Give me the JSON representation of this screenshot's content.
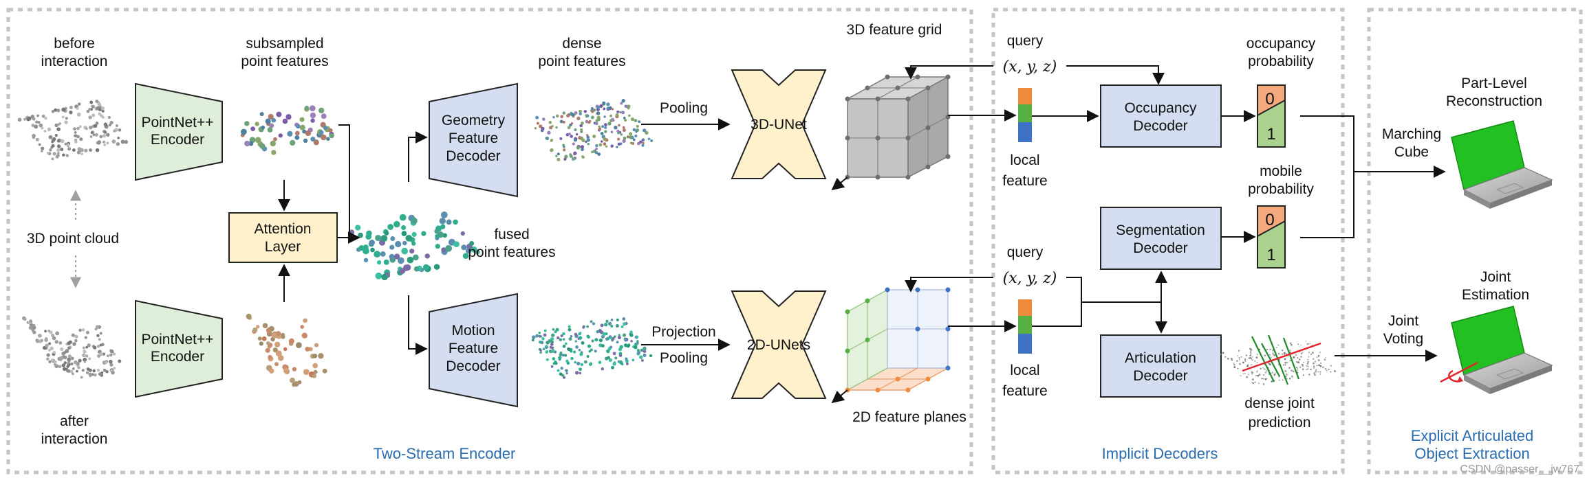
{
  "sections": {
    "encoder": "Two-Stream Encoder",
    "decoders": "Implicit Decoders",
    "extraction_line1": "Explicit Articulated",
    "extraction_line2": "Object Extraction"
  },
  "labels": {
    "before_1": "before",
    "before_2": "interaction",
    "point_cloud": "3D point cloud",
    "after_1": "after",
    "after_2": "interaction",
    "subsampled_1": "subsampled",
    "subsampled_2": "point features",
    "dense_1": "dense",
    "dense_2": "point features",
    "fused_1": "fused",
    "fused_2": "point features",
    "pooling_top": "Pooling",
    "projection": "Projection",
    "pooling_bottom": "Pooling",
    "grid_3d": "3D feature grid",
    "planes_2d": "2D feature planes",
    "query_top": "query",
    "query_bottom": "query",
    "xyz_top": "(x, y, z)",
    "xyz_bottom": "(x, y, z)",
    "local_feature_top_1": "local",
    "local_feature_top_2": "feature",
    "local_feature_bottom_1": "local",
    "local_feature_bottom_2": "feature",
    "occupancy_1": "occupancy",
    "occupancy_2": "probability",
    "mobile_1": "mobile",
    "mobile_2": "probability",
    "prob_zero_top": "0",
    "prob_one_top": "1",
    "prob_zero_bottom": "0",
    "prob_one_bottom": "1",
    "dense_joint_1": "dense joint",
    "dense_joint_2": "prediction",
    "marching_1": "Marching",
    "marching_2": "Cube",
    "part_level_1": "Part-Level",
    "part_level_2": "Reconstruction",
    "joint_voting_1": "Joint",
    "joint_voting_2": "Voting",
    "joint_est_1": "Joint",
    "joint_est_2": "Estimation",
    "watermark": "CSDN @passer__jw767"
  },
  "blocks": {
    "pointnet_top_1": "PointNet++",
    "pointnet_top_2": "Encoder",
    "pointnet_bottom_1": "PointNet++",
    "pointnet_bottom_2": "Encoder",
    "attention_1": "Attention",
    "attention_2": "Layer",
    "geometry_1": "Geometry",
    "geometry_2": "Feature",
    "geometry_3": "Decoder",
    "motion_1": "Motion",
    "motion_2": "Feature",
    "motion_3": "Decoder",
    "unet3d": "3D-UNet",
    "unet2d": "2D-UNets",
    "occupancy_dec_1": "Occupancy",
    "occupancy_dec_2": "Decoder",
    "segmentation_dec_1": "Segmentation",
    "segmentation_dec_2": "Decoder",
    "articulation_dec_1": "Articulation",
    "articulation_dec_2": "Decoder"
  },
  "colors": {
    "encoder_green": "#dfeed8",
    "attention_yellow": "#fff1cc",
    "decoder_blue": "#d4def0",
    "unet_yellow": "#fff1cc",
    "prob_orange": "#f4a97c",
    "prob_green": "#a8d28d",
    "mesh_green": "#22c022",
    "section_blue": "#2a6cb0"
  }
}
